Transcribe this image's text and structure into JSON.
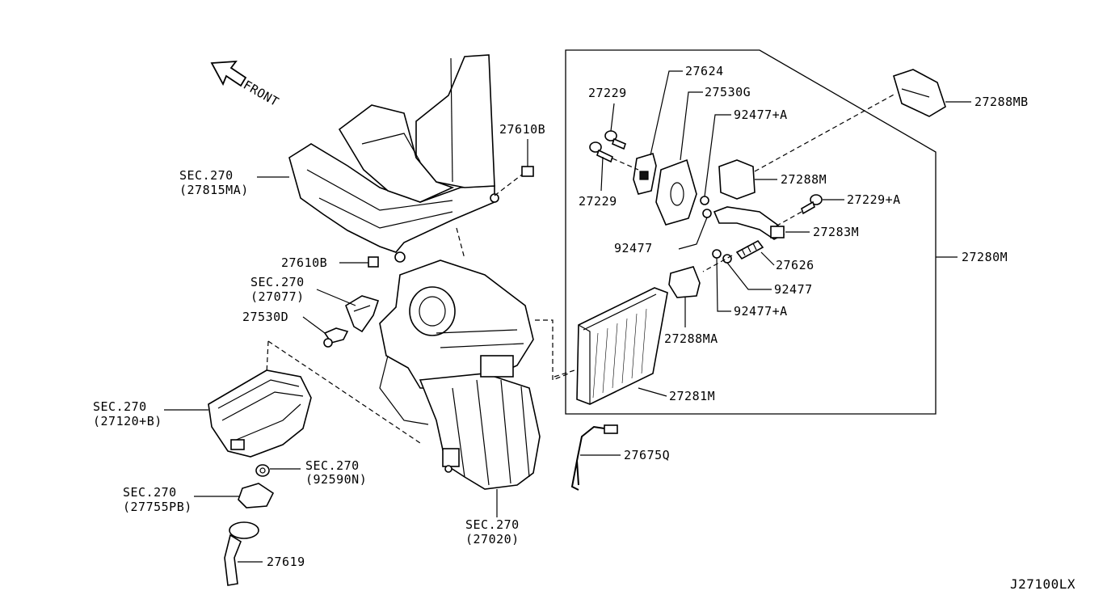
{
  "diagram": {
    "front_label": "FRONT",
    "code": "J27100LX",
    "labels": {
      "l27624": "27624",
      "l27229_a": "27229",
      "l27530g": "27530G",
      "l92477a_top": "92477+A",
      "l27288mb": "27288MB",
      "l27610b_top": "27610B",
      "sec_top_1": "SEC.270",
      "sec_top_2": "(27815MA)",
      "l27229_b": "27229",
      "l27288m": "27288M",
      "l27229a": "27229+A",
      "l27283m": "27283M",
      "l92477_mid": "92477",
      "l27280m": "27280M",
      "l27626": "27626",
      "l27610b_mid": "27610B",
      "sec_mid_1": "SEC.270",
      "sec_mid_2": "(27077)",
      "l92477_low": "92477",
      "l27530d": "27530D",
      "l92477a_low": "92477+A",
      "l27288ma": "27288MA",
      "l27281m": "27281M",
      "sec_lower_1": "SEC.270",
      "sec_lower_2": "(27120+B)",
      "l27675q": "27675Q",
      "sec_92590_1": "SEC.270",
      "sec_92590_2": "(92590N)",
      "sec_27755_1": "SEC.270",
      "sec_27755_2": "(27755PB)",
      "sec_27020_1": "SEC.270",
      "sec_27020_2": "(27020)",
      "l27619": "27619"
    }
  }
}
